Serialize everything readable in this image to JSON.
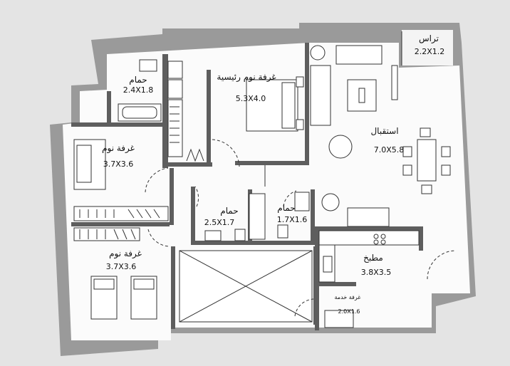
{
  "rooms": {
    "terrace": {
      "name": "تراس",
      "dims": "2.2X1.2"
    },
    "bath_top": {
      "name": "حمام",
      "dims": "2.4X1.8"
    },
    "master": {
      "name": "غرفة نوم رئيسية",
      "dims": "5.3X4.0"
    },
    "living": {
      "name": "استقبال",
      "dims": "7.0X5.8"
    },
    "bedroom1": {
      "name": "غرفة نوم",
      "dims": "3.7X3.6"
    },
    "bedroom2": {
      "name": "غرفة نوم",
      "dims": "3.7X3.6"
    },
    "bath_mid": {
      "name": "حمام",
      "dims": "2.5X1.7"
    },
    "toilet": {
      "name": "حمام",
      "dims": "1.7X1.6"
    },
    "kitchen": {
      "name": "مطبخ",
      "dims": "3.8X3.5"
    },
    "maid": {
      "name": "غرفة خدمة",
      "dims": "2.0X1.6"
    }
  }
}
